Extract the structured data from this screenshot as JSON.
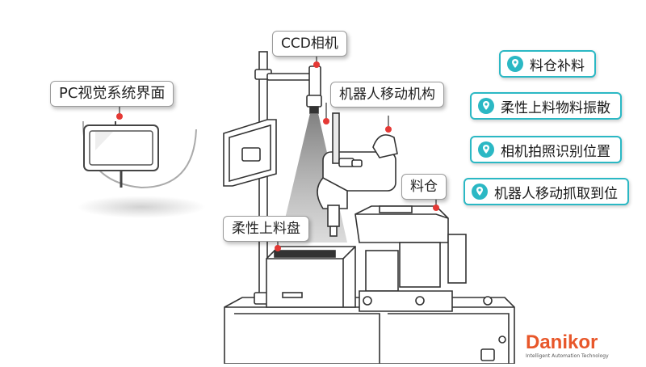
{
  "labels": {
    "ccd_camera": "CCD相机",
    "pc_interface": "PC视觉系统界面",
    "robot_mechanism": "机器人移动机构",
    "flexible_tray": "柔性上料盘",
    "bin": "料仓"
  },
  "steps": [
    {
      "label": "料仓补料"
    },
    {
      "label": "柔性上料物料振散"
    },
    {
      "label": "相机拍照识别位置"
    },
    {
      "label": "机器人移动抓取到位"
    }
  ],
  "brand": {
    "name": "Danikor",
    "tagline": "Intelligent Automation Technology"
  },
  "colors": {
    "accent": "#2bb8c4",
    "marker": "#e53935",
    "brand": "#e8572a"
  }
}
